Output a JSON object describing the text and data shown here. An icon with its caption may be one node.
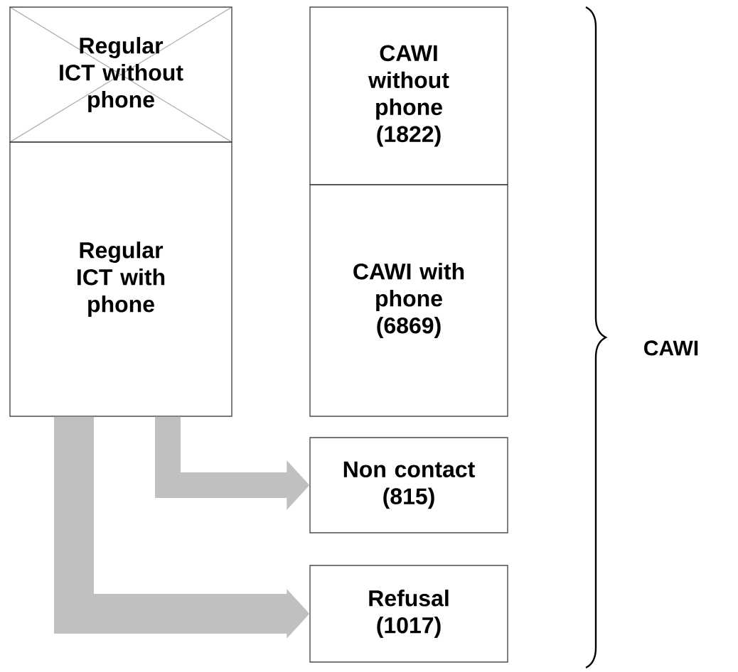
{
  "diagram": {
    "nodes": [
      {
        "text": [
          "Regular ICT without phone"
        ]
      },
      {
        "text": [
          "Regular ICT with phone"
        ]
      },
      {
        "text": [
          "CAWI without phone (1822)"
        ]
      },
      {
        "text": [
          "CAWI with phone (6869)"
        ]
      },
      {
        "text": [
          "Non contact (815)"
        ]
      },
      {
        "text": [
          "Refusal (1017)"
        ]
      }
    ],
    "edges": [
      {
        "from": 1,
        "to": 4,
        "arrow": "to"
      },
      {
        "from": 1,
        "to": 5,
        "arrow": "to"
      }
    ],
    "labels": [
      "CAWI"
    ]
  }
}
